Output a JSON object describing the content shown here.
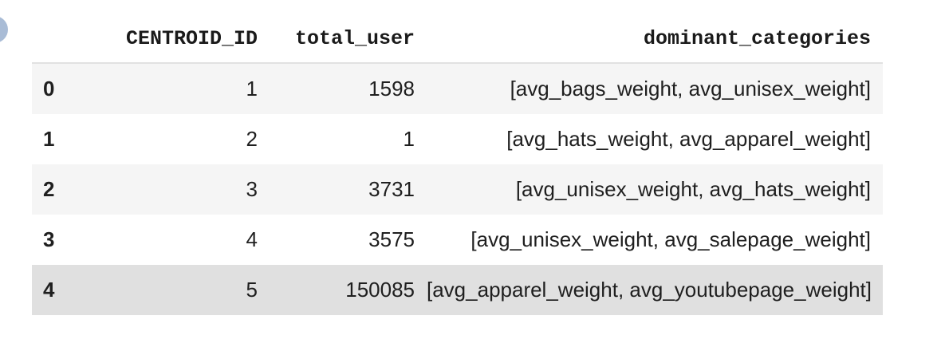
{
  "table": {
    "index_header": "",
    "columns": [
      "CENTROID_ID",
      "total_user",
      "dominant_categories"
    ],
    "rows": [
      {
        "index": "0",
        "centroid_id": "1",
        "total_user": "1598",
        "dominant_categories": "[avg_bags_weight, avg_unisex_weight]"
      },
      {
        "index": "1",
        "centroid_id": "2",
        "total_user": "1",
        "dominant_categories": "[avg_hats_weight, avg_apparel_weight]"
      },
      {
        "index": "2",
        "centroid_id": "3",
        "total_user": "3731",
        "dominant_categories": "[avg_unisex_weight, avg_hats_weight]"
      },
      {
        "index": "3",
        "centroid_id": "4",
        "total_user": "3575",
        "dominant_categories": "[avg_unisex_weight, avg_salepage_weight]"
      },
      {
        "index": "4",
        "centroid_id": "5",
        "total_user": "150085",
        "dominant_categories": "[avg_apparel_weight, avg_youtubepage_weight]"
      }
    ],
    "hovered_row": 4
  },
  "colors": {
    "row_odd": "#f5f5f5",
    "row_even": "#ffffff",
    "row_hover": "#e0e0e0",
    "cell_indicator": "#a9bcd6"
  }
}
